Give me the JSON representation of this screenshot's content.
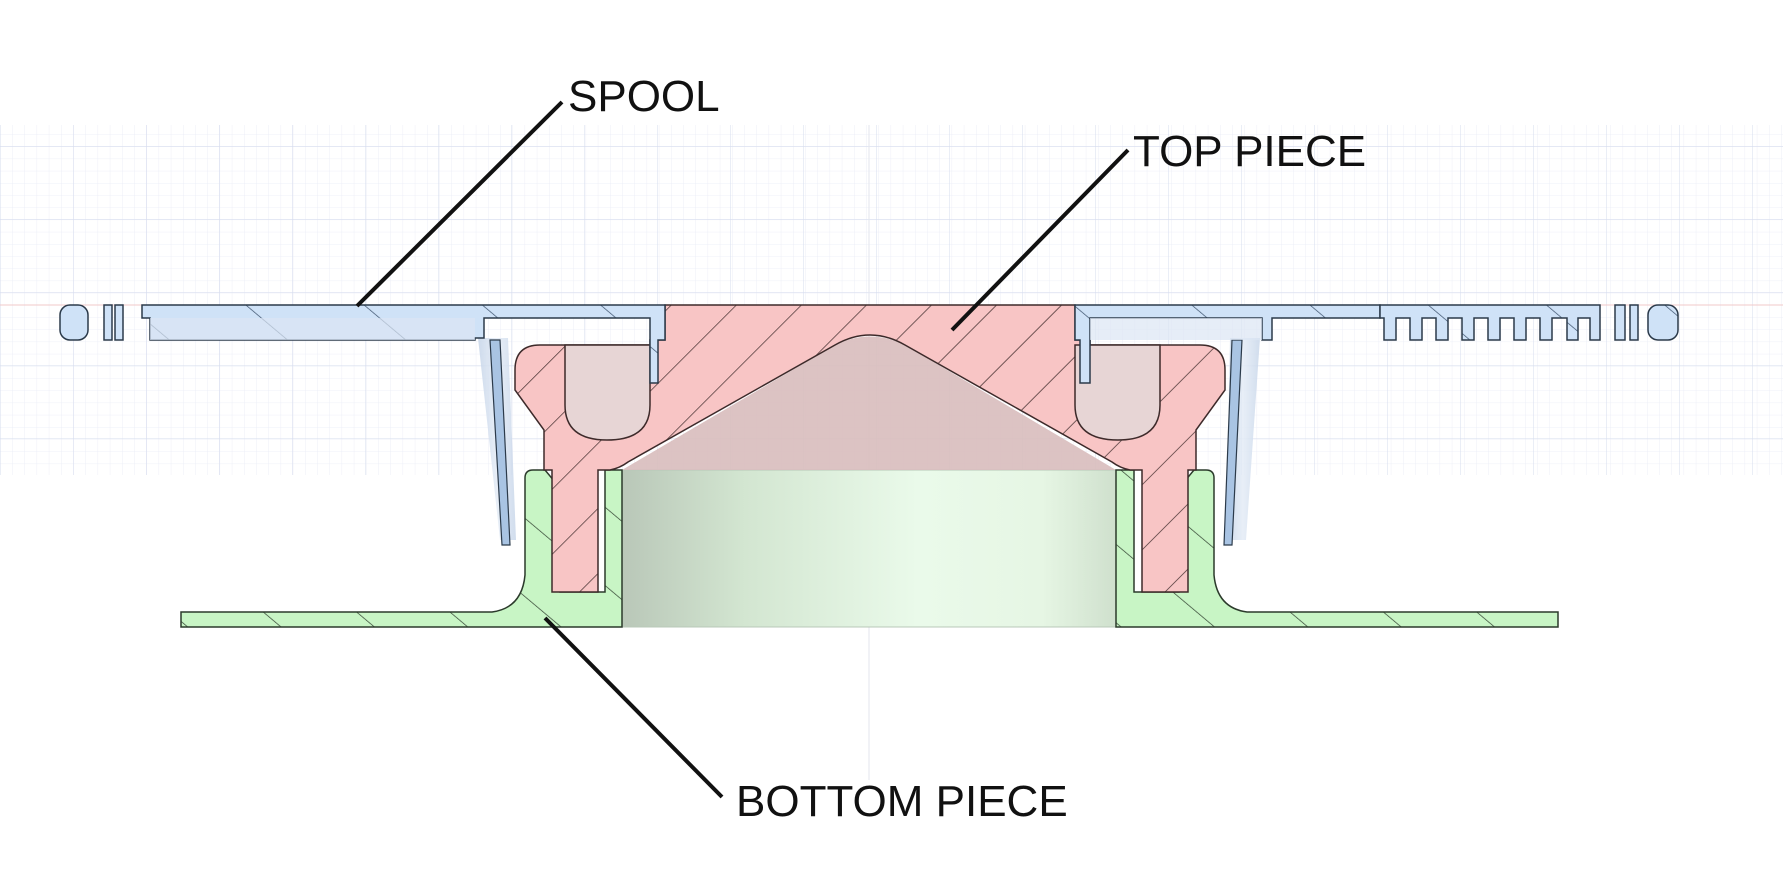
{
  "labels": {
    "spool": "SPOOL",
    "top_piece": "TOP PIECE",
    "bottom_piece": "BOTTOM PIECE"
  },
  "colors": {
    "spool_fill": "#cfe2f7",
    "spool_fill_dark": "#a9c4e3",
    "top_piece_fill": "#f8c5c5",
    "top_piece_inner": "#d9bcbc",
    "bottom_piece_fill": "#c8f5c5",
    "bottom_piece_inner": "#e3f6e1",
    "outline": "#2b3a4a",
    "leader": "#111111",
    "grid": "#dfe4f2"
  }
}
